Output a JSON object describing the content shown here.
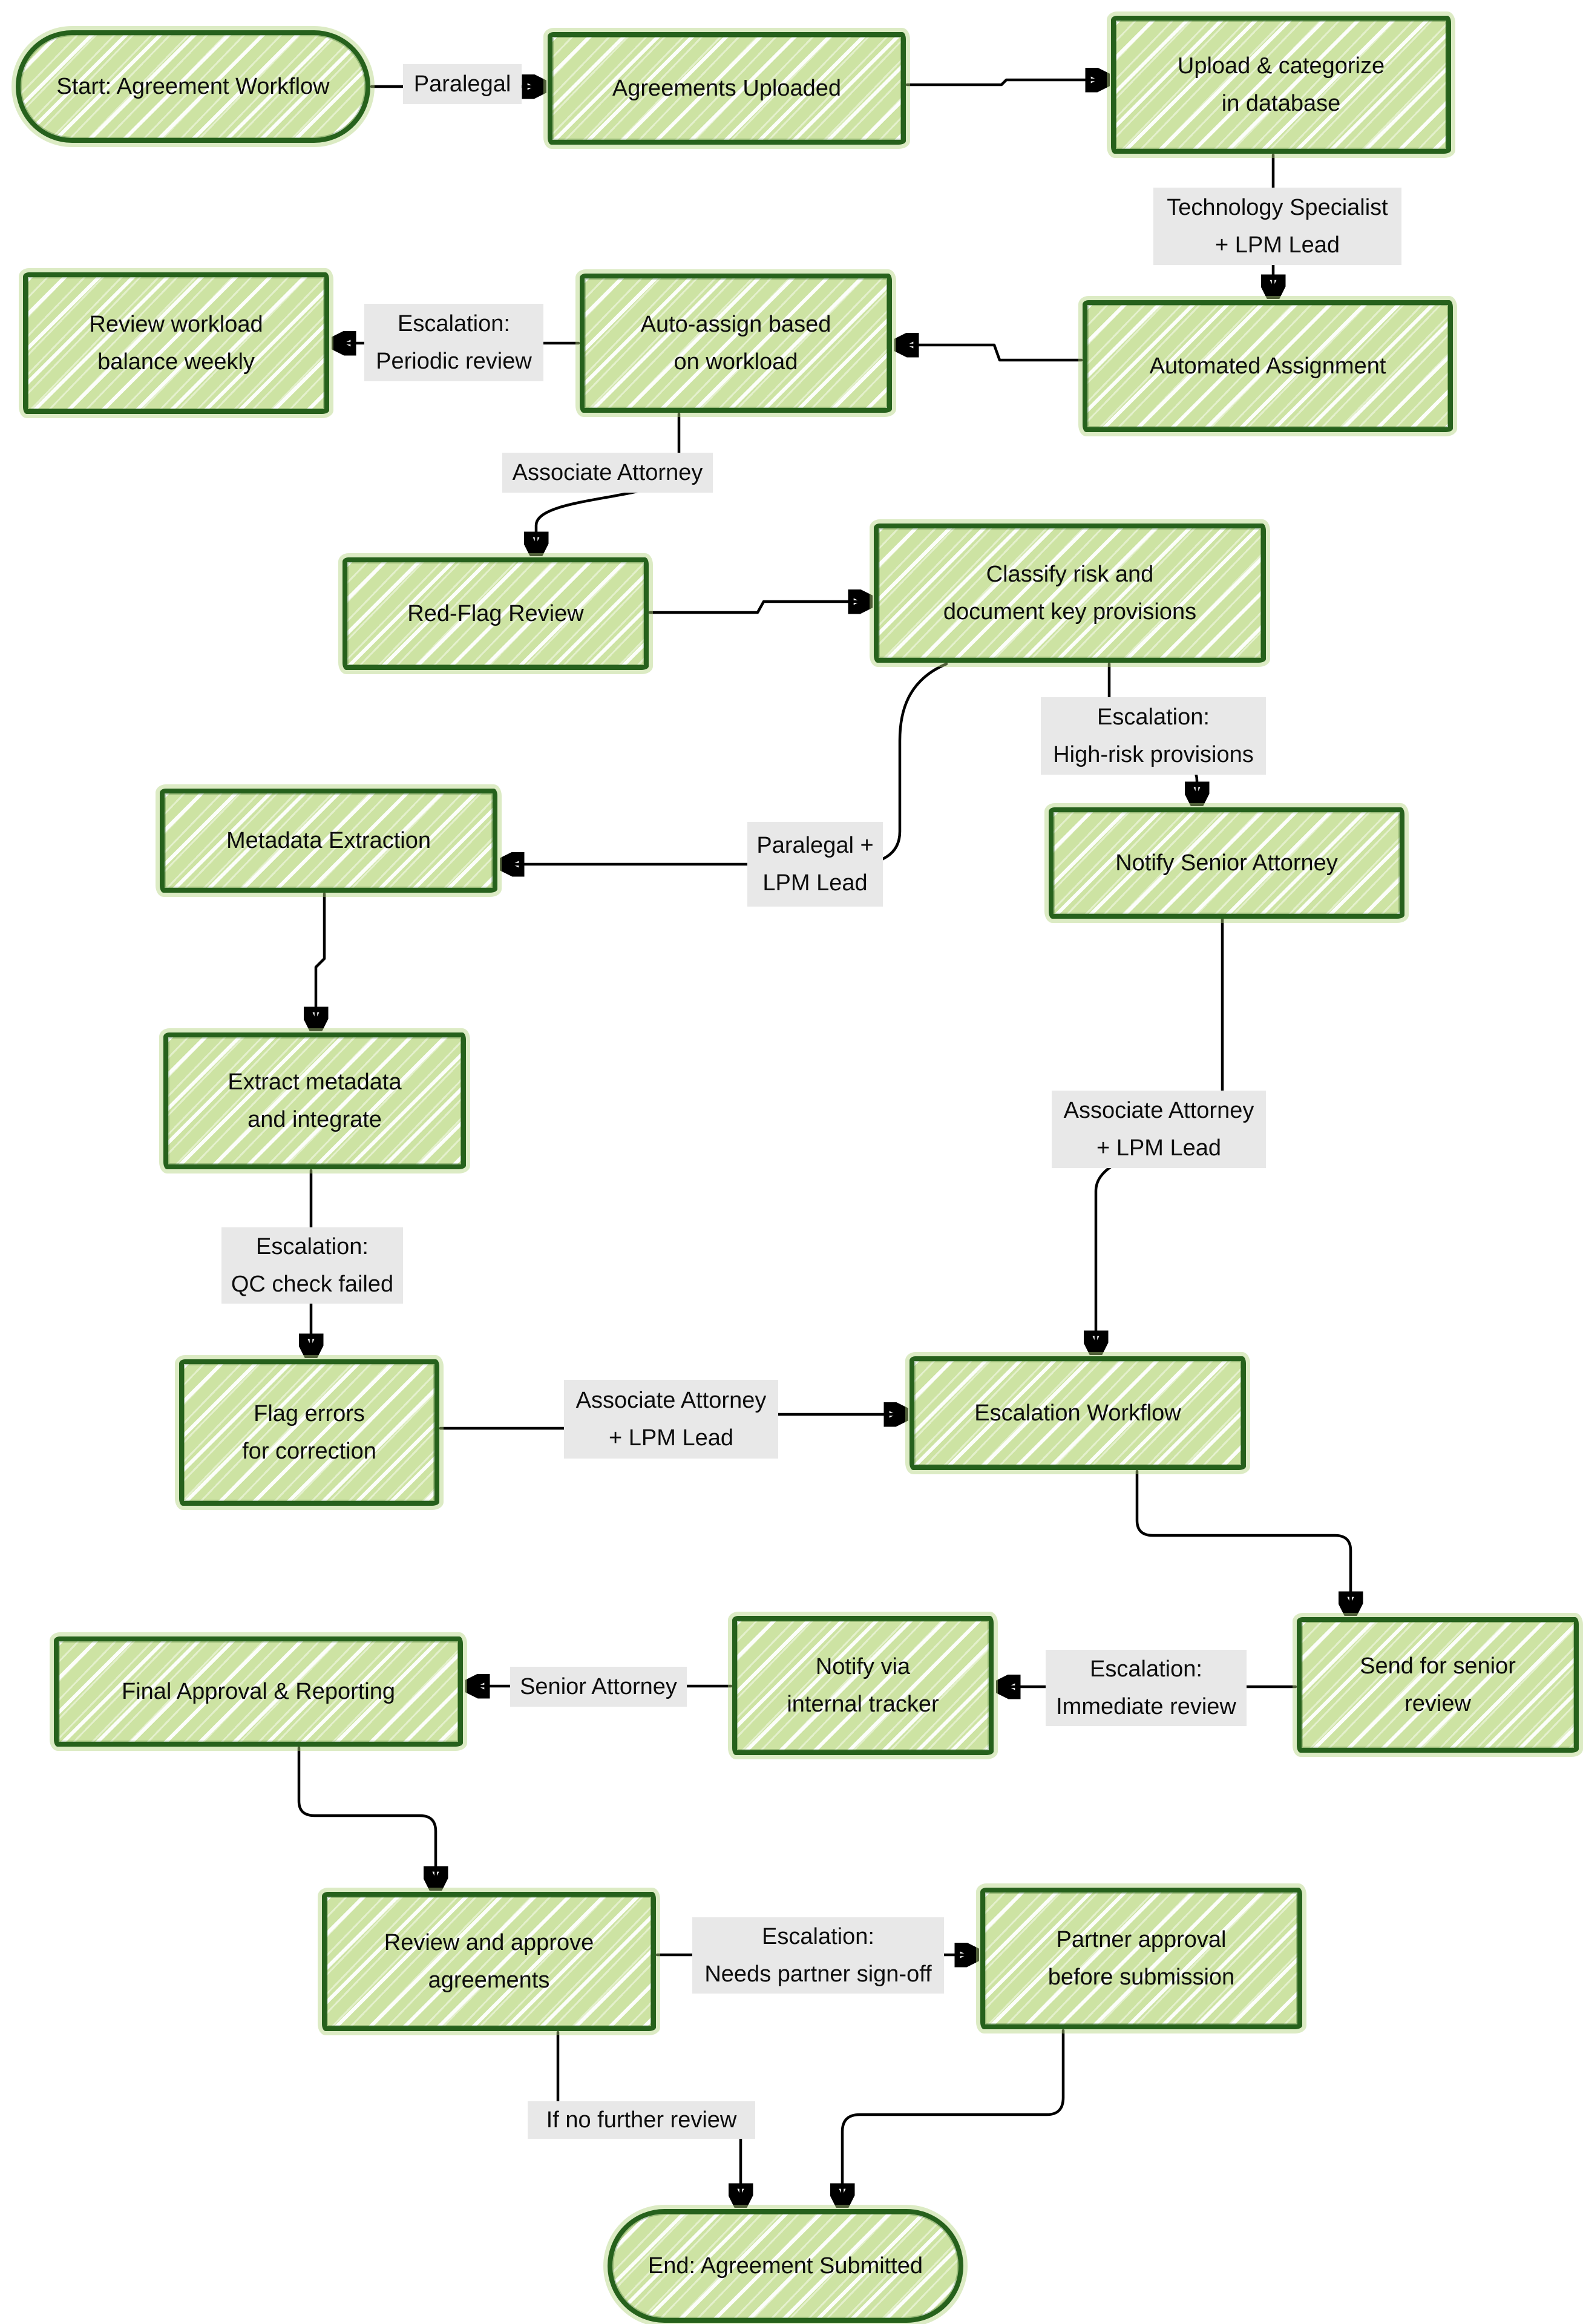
{
  "diagram": {
    "type": "flowchart",
    "style": "hand-drawn sketch",
    "theme": {
      "node_fill": "#cde3a3",
      "node_border": "#26611c",
      "node_hatch": "#ffffff",
      "edge_label_bg": "#e8e8e8",
      "edge_color": "#000000",
      "text_color": "#0d0d0d",
      "background": "#ffffff"
    },
    "nodes": [
      {
        "id": "start",
        "shape": "stadium",
        "lines": [
          "Start: Agreement Workflow"
        ]
      },
      {
        "id": "agreements-uploaded",
        "shape": "rect",
        "lines": [
          "Agreements Uploaded"
        ]
      },
      {
        "id": "upload-categorize",
        "shape": "rect",
        "lines": [
          "Upload & categorize",
          "in database"
        ]
      },
      {
        "id": "automated-assignment",
        "shape": "rect",
        "lines": [
          "Automated Assignment"
        ]
      },
      {
        "id": "auto-assign",
        "shape": "rect",
        "lines": [
          "Auto-assign based",
          "on workload"
        ]
      },
      {
        "id": "review-workload",
        "shape": "rect",
        "lines": [
          "Review workload",
          "balance weekly"
        ]
      },
      {
        "id": "red-flag-review",
        "shape": "rect",
        "lines": [
          "Red-Flag Review"
        ]
      },
      {
        "id": "classify-risk",
        "shape": "rect",
        "lines": [
          "Classify risk and",
          "document key provisions"
        ]
      },
      {
        "id": "notify-senior-attorney",
        "shape": "rect",
        "lines": [
          "Notify Senior Attorney"
        ]
      },
      {
        "id": "metadata-extraction",
        "shape": "rect",
        "lines": [
          "Metadata Extraction"
        ]
      },
      {
        "id": "extract-metadata",
        "shape": "rect",
        "lines": [
          "Extract metadata",
          "and integrate"
        ]
      },
      {
        "id": "flag-errors",
        "shape": "rect",
        "lines": [
          "Flag errors",
          "for correction"
        ]
      },
      {
        "id": "escalation-workflow",
        "shape": "rect",
        "lines": [
          "Escalation Workflow"
        ]
      },
      {
        "id": "send-senior-review",
        "shape": "rect",
        "lines": [
          "Send for senior",
          "review"
        ]
      },
      {
        "id": "notify-tracker",
        "shape": "rect",
        "lines": [
          "Notify via",
          "internal tracker"
        ]
      },
      {
        "id": "final-approval",
        "shape": "rect",
        "lines": [
          "Final Approval & Reporting"
        ]
      },
      {
        "id": "review-approve",
        "shape": "rect",
        "lines": [
          "Review and approve",
          "agreements"
        ]
      },
      {
        "id": "partner-approval",
        "shape": "rect",
        "lines": [
          "Partner approval",
          "before submission"
        ]
      },
      {
        "id": "end",
        "shape": "stadium",
        "lines": [
          "End: Agreement Submitted"
        ]
      }
    ],
    "edge_labels": [
      {
        "id": "paralegal",
        "lines": [
          "Paralegal"
        ]
      },
      {
        "id": "tech-specialist-lpm",
        "lines": [
          "Technology Specialist",
          "+ LPM Lead"
        ]
      },
      {
        "id": "escalation-periodic",
        "lines": [
          "Escalation:",
          "Periodic review"
        ]
      },
      {
        "id": "associate-attorney",
        "lines": [
          "Associate Attorney"
        ]
      },
      {
        "id": "escalation-high-risk",
        "lines": [
          "Escalation:",
          "High-risk provisions"
        ]
      },
      {
        "id": "paralegal-lpm",
        "lines": [
          "Paralegal +",
          "LPM Lead"
        ]
      },
      {
        "id": "escalation-qc",
        "lines": [
          "Escalation:",
          "QC check failed"
        ]
      },
      {
        "id": "associate-lpm-a",
        "lines": [
          "Associate Attorney",
          "+ LPM Lead"
        ]
      },
      {
        "id": "associate-lpm-b",
        "lines": [
          "Associate Attorney",
          "+ LPM Lead"
        ]
      },
      {
        "id": "escalation-immediate",
        "lines": [
          "Escalation:",
          "Immediate review"
        ]
      },
      {
        "id": "senior-attorney",
        "lines": [
          "Senior Attorney"
        ]
      },
      {
        "id": "escalation-partner",
        "lines": [
          "Escalation:",
          "Needs partner sign-off"
        ]
      },
      {
        "id": "if-no-further-review",
        "lines": [
          "If no further review"
        ]
      }
    ],
    "edges": [
      {
        "from": "Start: Agreement Workflow",
        "to": "Agreements Uploaded",
        "label": "Paralegal"
      },
      {
        "from": "Agreements Uploaded",
        "to": "Upload & categorize in database",
        "label": ""
      },
      {
        "from": "Upload & categorize in database",
        "to": "Automated Assignment",
        "label": "Technology Specialist + LPM Lead"
      },
      {
        "from": "Automated Assignment",
        "to": "Auto-assign based on workload",
        "label": ""
      },
      {
        "from": "Auto-assign based on workload",
        "to": "Review workload balance weekly",
        "label": "Escalation: Periodic review"
      },
      {
        "from": "Auto-assign based on workload",
        "to": "Red-Flag Review",
        "label": "Associate Attorney"
      },
      {
        "from": "Red-Flag Review",
        "to": "Classify risk and document key provisions",
        "label": ""
      },
      {
        "from": "Classify risk and document key provisions",
        "to": "Notify Senior Attorney",
        "label": "Escalation: High-risk provisions"
      },
      {
        "from": "Classify risk and document key provisions",
        "to": "Metadata Extraction",
        "label": "Paralegal + LPM Lead"
      },
      {
        "from": "Metadata Extraction",
        "to": "Extract metadata and integrate",
        "label": ""
      },
      {
        "from": "Extract metadata and integrate",
        "to": "Flag errors for correction",
        "label": "Escalation: QC check failed"
      },
      {
        "from": "Flag errors for correction",
        "to": "Escalation Workflow",
        "label": "Associate Attorney + LPM Lead"
      },
      {
        "from": "Notify Senior Attorney",
        "to": "Escalation Workflow",
        "label": "Associate Attorney + LPM Lead"
      },
      {
        "from": "Escalation Workflow",
        "to": "Send for senior review",
        "label": ""
      },
      {
        "from": "Send for senior review",
        "to": "Notify via internal tracker",
        "label": "Escalation: Immediate review"
      },
      {
        "from": "Notify via internal tracker",
        "to": "Final Approval & Reporting",
        "label": "Senior Attorney"
      },
      {
        "from": "Final Approval & Reporting",
        "to": "Review and approve agreements",
        "label": ""
      },
      {
        "from": "Review and approve agreements",
        "to": "Partner approval before submission",
        "label": "Escalation: Needs partner sign-off"
      },
      {
        "from": "Review and approve agreements",
        "to": "End: Agreement Submitted",
        "label": "If no further review"
      },
      {
        "from": "Partner approval before submission",
        "to": "End: Agreement Submitted",
        "label": ""
      }
    ]
  }
}
